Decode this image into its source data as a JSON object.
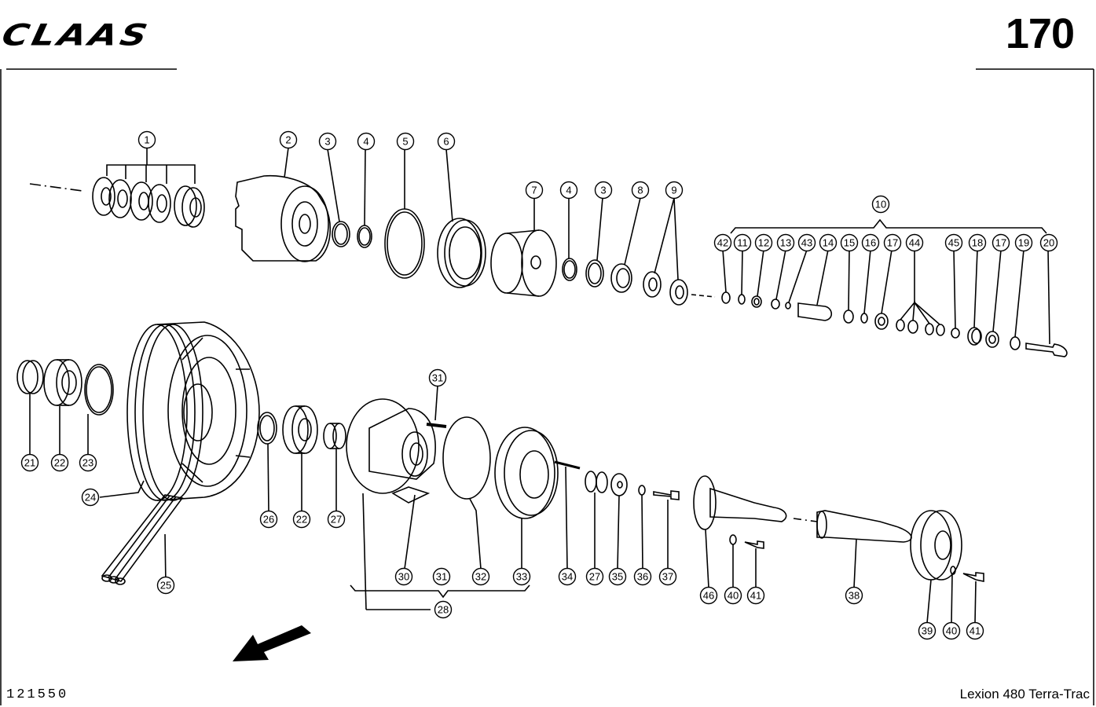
{
  "header": {
    "brand_logo": "CLAAS",
    "page_number": "170"
  },
  "footer": {
    "drawing_number": "121550",
    "machine_model": "Lexion 480 Terra-Trac"
  },
  "callouts": [
    {
      "id": "c1",
      "label": "1"
    },
    {
      "id": "c2",
      "label": "2"
    },
    {
      "id": "c3a",
      "label": "3"
    },
    {
      "id": "c4a",
      "label": "4"
    },
    {
      "id": "c5",
      "label": "5"
    },
    {
      "id": "c6",
      "label": "6"
    },
    {
      "id": "c7",
      "label": "7"
    },
    {
      "id": "c4b",
      "label": "4"
    },
    {
      "id": "c3b",
      "label": "3"
    },
    {
      "id": "c8",
      "label": "8"
    },
    {
      "id": "c9",
      "label": "9"
    },
    {
      "id": "c10",
      "label": "10"
    },
    {
      "id": "c42",
      "label": "42"
    },
    {
      "id": "c11",
      "label": "11"
    },
    {
      "id": "c12",
      "label": "12"
    },
    {
      "id": "c13",
      "label": "13"
    },
    {
      "id": "c43",
      "label": "43"
    },
    {
      "id": "c14",
      "label": "14"
    },
    {
      "id": "c15",
      "label": "15"
    },
    {
      "id": "c16",
      "label": "16"
    },
    {
      "id": "c17a",
      "label": "17"
    },
    {
      "id": "c44",
      "label": "44"
    },
    {
      "id": "c45",
      "label": "45"
    },
    {
      "id": "c18",
      "label": "18"
    },
    {
      "id": "c17b",
      "label": "17"
    },
    {
      "id": "c19",
      "label": "19"
    },
    {
      "id": "c20",
      "label": "20"
    },
    {
      "id": "c21",
      "label": "21"
    },
    {
      "id": "c22a",
      "label": "22"
    },
    {
      "id": "c23",
      "label": "23"
    },
    {
      "id": "c24",
      "label": "24"
    },
    {
      "id": "c25",
      "label": "25"
    },
    {
      "id": "c26",
      "label": "26"
    },
    {
      "id": "c22b",
      "label": "22"
    },
    {
      "id": "c27a",
      "label": "27"
    },
    {
      "id": "c31a",
      "label": "31"
    },
    {
      "id": "c30",
      "label": "30"
    },
    {
      "id": "c31b",
      "label": "31"
    },
    {
      "id": "c32",
      "label": "32"
    },
    {
      "id": "c33",
      "label": "33"
    },
    {
      "id": "c28",
      "label": "28"
    },
    {
      "id": "c34",
      "label": "34"
    },
    {
      "id": "c27b",
      "label": "27"
    },
    {
      "id": "c35",
      "label": "35"
    },
    {
      "id": "c36",
      "label": "36"
    },
    {
      "id": "c37",
      "label": "37"
    },
    {
      "id": "c46",
      "label": "46"
    },
    {
      "id": "c40a",
      "label": "40"
    },
    {
      "id": "c41a",
      "label": "41"
    },
    {
      "id": "c38",
      "label": "38"
    },
    {
      "id": "c39",
      "label": "39"
    },
    {
      "id": "c40b",
      "label": "40"
    },
    {
      "id": "c41b",
      "label": "41"
    }
  ]
}
